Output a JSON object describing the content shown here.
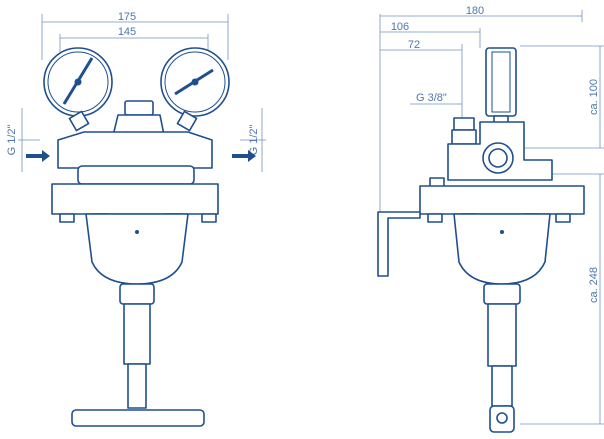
{
  "colors": {
    "line": "#1f4f8f",
    "dimension": "#6f93c2",
    "text": "#4f77ad",
    "background": "#ffffff"
  },
  "front_view": {
    "dim_overall_width": "175",
    "dim_gauge_spacing": "145",
    "dim_inlet_thread": "G 1/2\"",
    "dim_outlet_thread": "G 1/2\""
  },
  "side_view": {
    "dim_overall_depth": "180",
    "dim_body_offset": "106",
    "dim_port_offset": "72",
    "dim_port_thread": "G 3/8\"",
    "dim_upper_height": "ca. 100",
    "dim_lower_height": "ca. 248"
  }
}
